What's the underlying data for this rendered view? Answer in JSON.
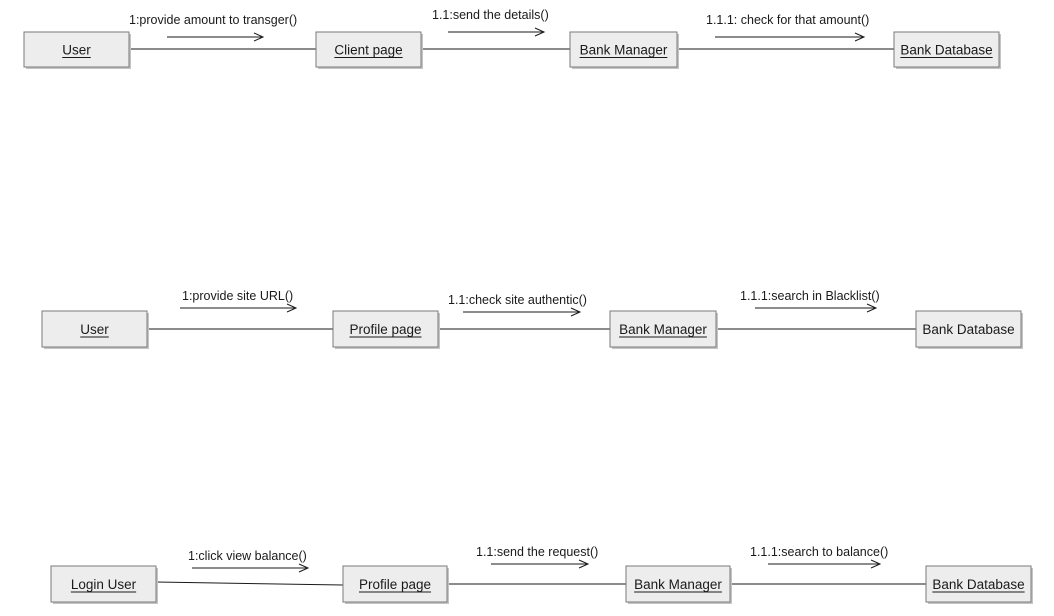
{
  "diagrams": [
    {
      "objects": [
        {
          "label": "User",
          "underlined": true
        },
        {
          "label": "Client page",
          "underlined": true
        },
        {
          "label": "Bank Manager",
          "underlined": true
        },
        {
          "label": "Bank Database",
          "underlined": true
        }
      ],
      "messages": [
        {
          "label": "1:provide amount to transger()"
        },
        {
          "label": "1.1:send the details()"
        },
        {
          "label": "1.1.1: check for that amount()"
        }
      ]
    },
    {
      "objects": [
        {
          "label": "User",
          "underlined": true
        },
        {
          "label": "Profile page",
          "underlined": true
        },
        {
          "label": "Bank Manager",
          "underlined": true
        },
        {
          "label": "Bank Database",
          "underlined": false
        }
      ],
      "messages": [
        {
          "label": "1:provide site URL()"
        },
        {
          "label": "1.1:check site authentic()"
        },
        {
          "label": "1.1.1:search in Blacklist()"
        }
      ]
    },
    {
      "objects": [
        {
          "label": "Login User",
          "underlined": true
        },
        {
          "label": "Profile page",
          "underlined": true
        },
        {
          "label": "Bank Manager",
          "underlined": true
        },
        {
          "label": "Bank Database",
          "underlined": true
        }
      ],
      "messages": [
        {
          "label": "1:click view balance()"
        },
        {
          "label": "1.1:send the request()"
        },
        {
          "label": "1.1.1:search to balance()"
        }
      ]
    }
  ]
}
